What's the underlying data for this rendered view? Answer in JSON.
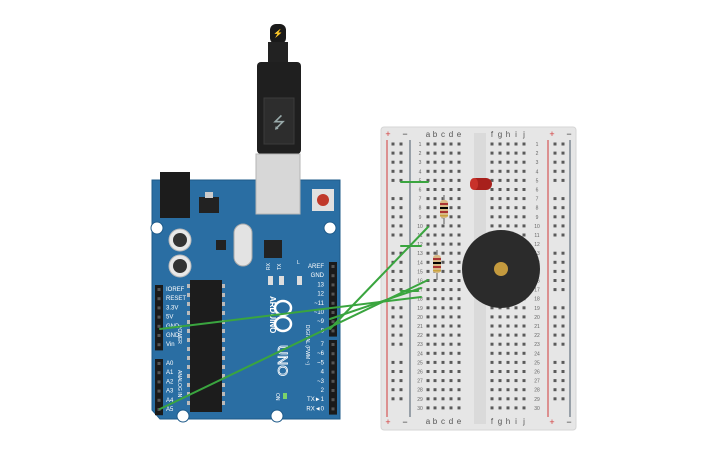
{
  "breadboard": {
    "column_letters_left": [
      "a",
      "b",
      "c",
      "d",
      "e"
    ],
    "column_letters_right": [
      "f",
      "g",
      "h",
      "i",
      "j"
    ],
    "rail_plus": "+",
    "rail_minus": "−",
    "row_count": 30
  },
  "arduino": {
    "brand": "ARDUINO",
    "model": "UNO",
    "on_label": "ON",
    "l_label": "L",
    "tx_label": "TX",
    "rx_label": "RX",
    "power_header_label": "POWER",
    "analog_header_label": "ANALOG IN",
    "digital_header_label": "DIGITAL (PWM ~)",
    "power_pins": [
      "IOREF",
      "RESET",
      "3.3V",
      "5V",
      "GND",
      "GND",
      "Vin"
    ],
    "analog_pins": [
      "A0",
      "A1",
      "A2",
      "A3",
      "A4",
      "A5"
    ],
    "digital_pins_top": [
      "AREF",
      "GND",
      "13",
      "12",
      "~11",
      "~10",
      "~9",
      "8"
    ],
    "digital_pins_bottom": [
      "7",
      "~6",
      "~5",
      "4",
      "~3",
      "2",
      "TX►1",
      "RX◄0"
    ]
  },
  "components": {
    "led": "led",
    "resistor_1": "resistor",
    "resistor_2": "resistor",
    "buzzer": "piezo-buzzer",
    "usb_cable": "usb-cable"
  },
  "colors": {
    "board_blue": "#2a6ea3",
    "breadboard": "#e6e6e6",
    "wire_green": "#3aa53f",
    "led_red": "#a8201c",
    "buzzer": "#2b2b2b",
    "rail_red": "#d33a3a"
  }
}
